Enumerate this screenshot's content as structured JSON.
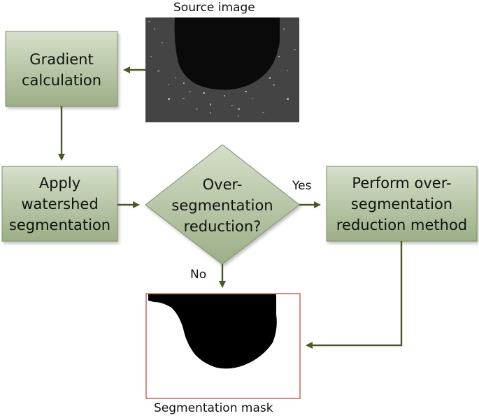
{
  "diagram": {
    "source_caption": "Source image",
    "mask_caption": "Segmentation mask",
    "nodes": {
      "gradient": "Gradient calculation",
      "watershed": "Apply watershed segmentation",
      "decision": "Over-segmentation reduction?",
      "reduction": "Perform over-segmentation reduction method"
    },
    "edges": {
      "yes": "Yes",
      "no": "No"
    }
  },
  "colors": {
    "node_fill_top": "#d3dcc6",
    "node_fill_bottom": "#9fb08a",
    "node_border": "#7f8f6b",
    "arrow": "#4a5a25",
    "mask_border": "#c0392b"
  }
}
